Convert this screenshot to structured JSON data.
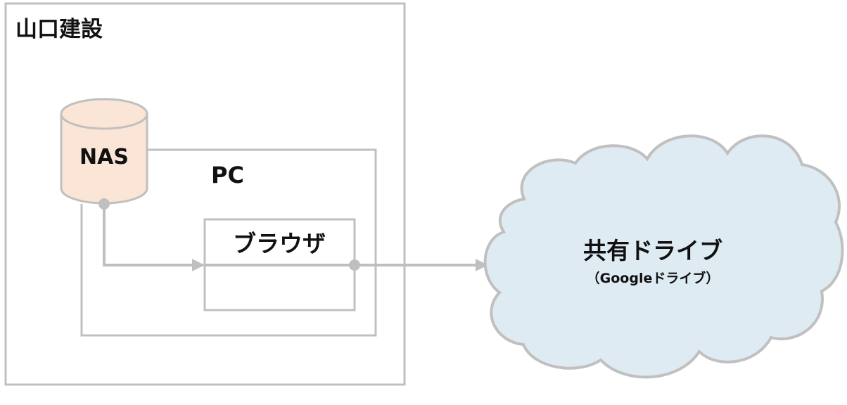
{
  "company": {
    "label": "山口建設"
  },
  "nas": {
    "label": "NAS",
    "fill_color": "#fbe5d6",
    "stroke_color": "#bfbfbf"
  },
  "pc": {
    "label": "PC"
  },
  "browser": {
    "label": "ブラウザ"
  },
  "cloud": {
    "title": "共有ドライブ",
    "subtitle": "（Googleドライブ）",
    "fill_color": "#deebf3",
    "stroke_color": "#bfbfbf"
  },
  "colors": {
    "line": "#bfbfbf",
    "text": "#111111",
    "background": "#ffffff"
  }
}
